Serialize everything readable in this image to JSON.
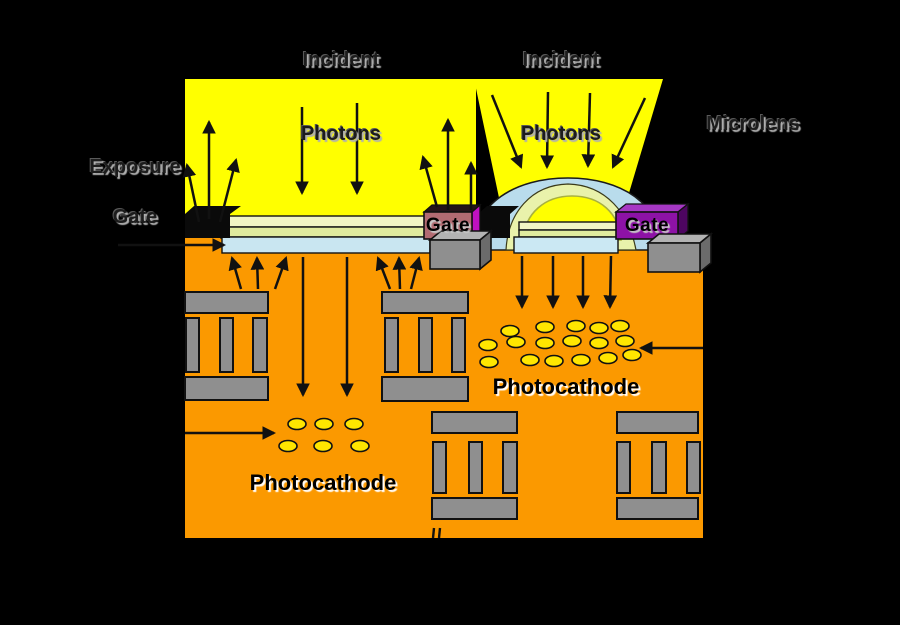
{
  "labels": {
    "incident_left": {
      "line1": "Incident",
      "line2": "Photons"
    },
    "incident_right": {
      "line1": "Incident",
      "line2": "Photons"
    },
    "exposure_gate": {
      "line1": "Exposure",
      "line2": "Gate"
    },
    "microlens": "Microlens",
    "gate_left": "Gate",
    "gate_right": "Gate",
    "photocathode_left": "Photocathode",
    "photocathode_right": "Photocathode"
  },
  "diagram": {
    "left_pixel": {
      "description_of_pixels": "unfocused flood illumination with exposure-gate blocks reflecting part of the light",
      "photoelectron_count": 6
    },
    "right_pixel": {
      "description_of_pixels": "microlens focusing incident photons into the photocathode",
      "photoelectron_count": 17
    }
  },
  "colors": {
    "background": "#000000",
    "substrate_orange": "#FB9900",
    "light_yellow": "#FFFF00",
    "lens_blue": "#B9DCEC",
    "lens_lit_green": "#E9F2AB",
    "layer_green_light": "#F1F5C4",
    "layer_green_dark": "#E0EB9E",
    "layer_bevel": "#CDD98A",
    "layer_blue": "#C9E6F1",
    "slab_blue": "#CBE8F3",
    "black_block": "#0A0A0A",
    "gate_left_face": "#B26B72",
    "gate_left_top": "#241418",
    "gate_left_side": "#C011C0",
    "gate_right_face": "#8D12A6",
    "gate_right_top": "#A638C4",
    "gate_right_side": "#4D0560",
    "electrode_gray": "#8F8F8F",
    "gray_box_top": "#B3B3B3",
    "gray_box_side": "#6B6B6B",
    "electron_yellow": "#FFE600",
    "outline": "#111111"
  }
}
